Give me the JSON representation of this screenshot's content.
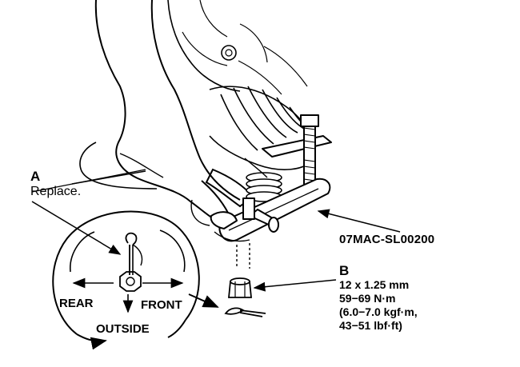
{
  "callout_a": {
    "letter": "A",
    "note": "Replace."
  },
  "callout_b": {
    "letter": "B",
    "spec_lines": [
      "12 x 1.25 mm",
      "59−69 N·m",
      "(6.0−7.0 kgf·m,",
      "43−51 lbf·ft)"
    ]
  },
  "tool_label": "07MAC-SL00200",
  "inset_directions": {
    "rear": "REAR",
    "front": "FRONT",
    "outside": "OUTSIDE"
  }
}
